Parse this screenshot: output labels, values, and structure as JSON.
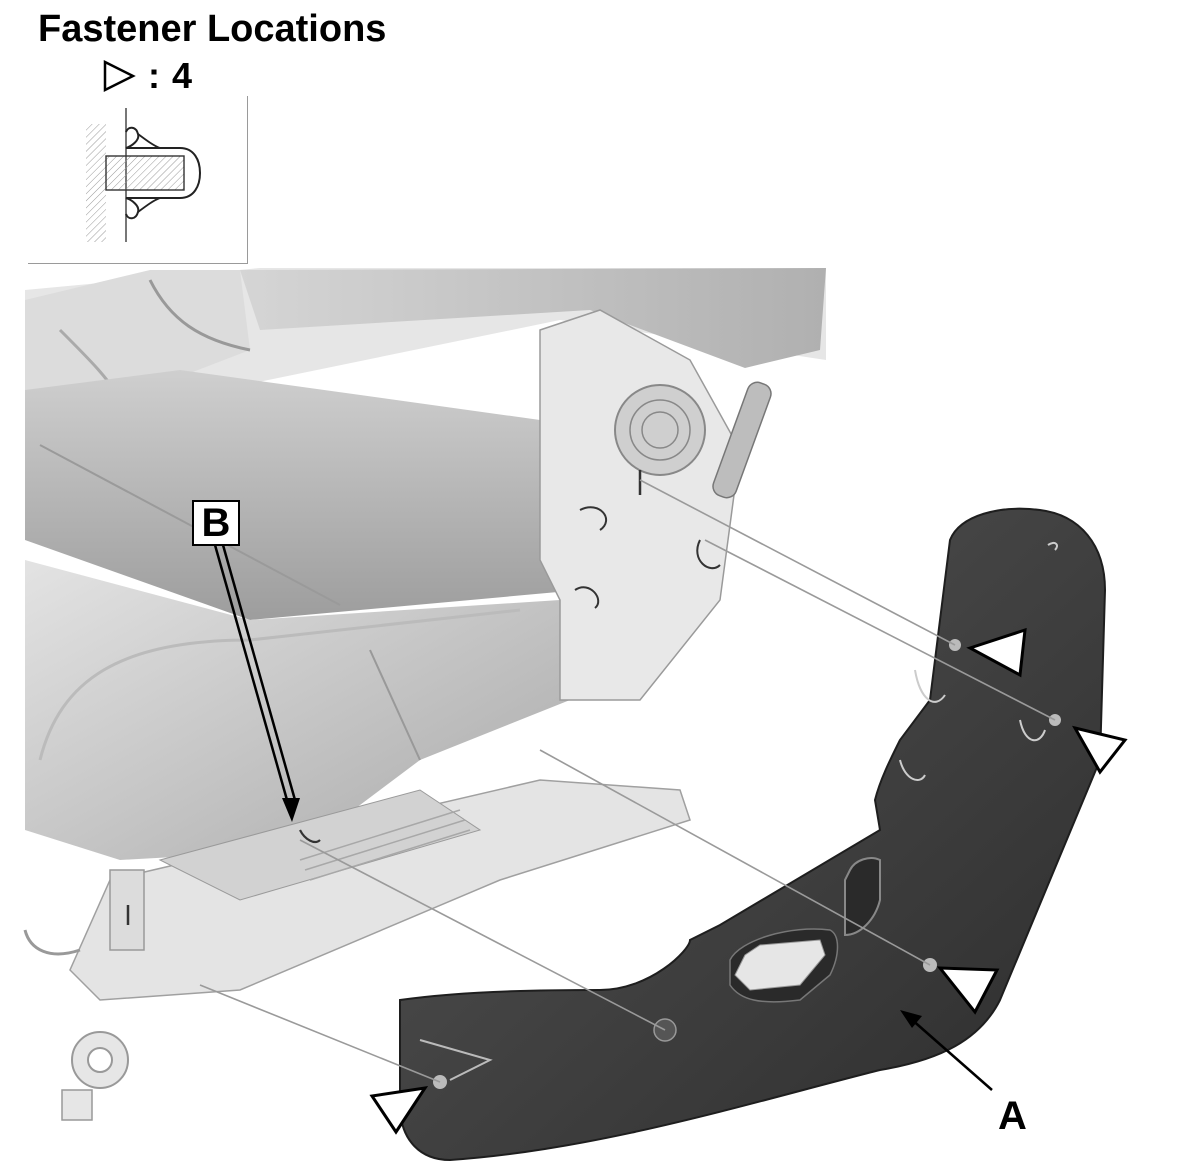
{
  "title": "Fastener Locations",
  "legend": {
    "symbol": "triangle-pointer-icon",
    "separator": ":",
    "count": "4"
  },
  "callouts": {
    "a": "A",
    "b": "B"
  },
  "colors": {
    "cover": "#3a3a3a",
    "seat_light": "#d8d8d8",
    "seat_mid": "#b4b4b4",
    "seat_dark": "#8e8e8e",
    "line": "#000000"
  }
}
